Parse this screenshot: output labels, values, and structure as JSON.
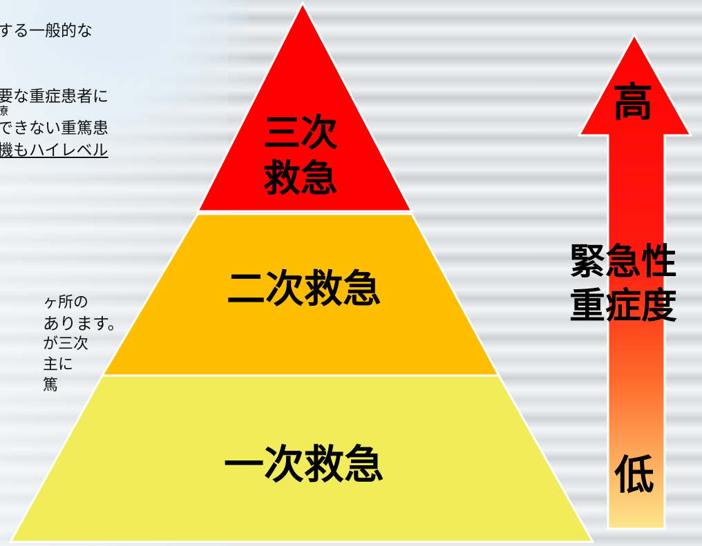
{
  "left_text": {
    "paragraph1": [
      "する一般的な",
      "要な重症患者に",
      "療",
      "できない重篤患",
      "機もハイレベル"
    ],
    "paragraph2": [
      "ヶ所の",
      "あります。",
      "が三次",
      "主に",
      "篤"
    ]
  },
  "pyramid": {
    "tier3_line1": "三次",
    "tier3_line2": "救急",
    "tier2": "二次救急",
    "tier1": "一次救急",
    "colors": {
      "tier3": "#ff0000",
      "tier2": "#ffbe00",
      "tier1": "#f0ec5a",
      "border": "#ffffff"
    }
  },
  "arrow": {
    "top_label": "高",
    "middle_line1": "緊急性",
    "middle_line2": "重症度",
    "bottom_label": "低",
    "colors": {
      "top": "#ff0000",
      "middle": "#ff5a1e",
      "bottom": "#fde68a",
      "border": "#ffffff"
    }
  }
}
